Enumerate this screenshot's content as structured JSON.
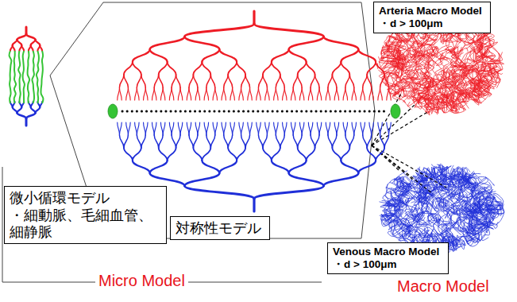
{
  "diagram": {
    "nodes": [
      {
        "text": [
          "Arteria Macro Model",
          "・d > 100μm"
        ]
      },
      {
        "text": [
          "微小循環モデル",
          "・細動脈、毛細血管、細静脈"
        ]
      },
      {
        "text": [
          "対称性モデル"
        ]
      },
      {
        "text": [
          "Venous Macro Model",
          "・d > 100μm"
        ]
      }
    ],
    "labels": [
      "Micro Model",
      "Macro Model"
    ]
  }
}
